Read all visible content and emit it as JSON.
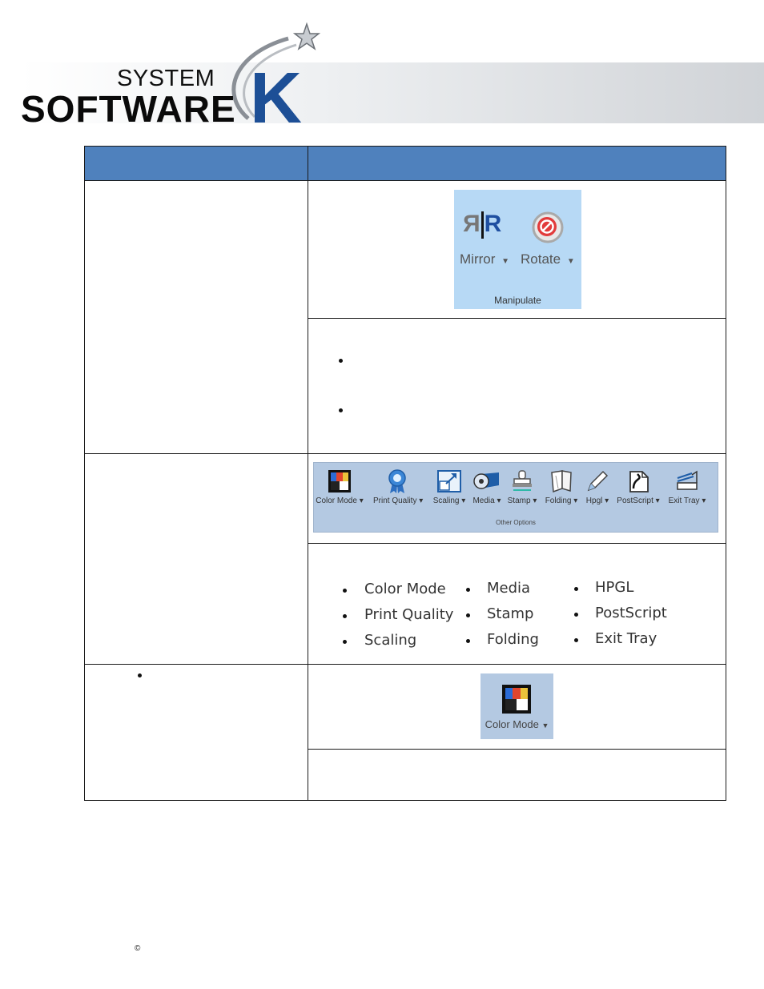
{
  "logo": {
    "system": "SYSTEM",
    "software": "SOFTWARE",
    "k": "K"
  },
  "manipulate_ribbon": {
    "mirror_label": "Mirror",
    "rotate_label": "Rotate",
    "caption": "Manipulate",
    "mirror_icon_text": "ЯR"
  },
  "other_options_ribbon": {
    "caption": "Other Options",
    "items": [
      {
        "label": "Color Mode",
        "icon": "color-mode-icon"
      },
      {
        "label": "Print Quality",
        "icon": "ribbon-award-icon"
      },
      {
        "label": "Scaling",
        "icon": "scaling-icon"
      },
      {
        "label": "Media",
        "icon": "media-roll-icon"
      },
      {
        "label": "Stamp",
        "icon": "stamp-icon"
      },
      {
        "label": "Folding",
        "icon": "folding-icon"
      },
      {
        "label": "Hpgl",
        "icon": "pencil-icon"
      },
      {
        "label": "PostScript",
        "icon": "postscript-icon"
      },
      {
        "label": "Exit Tray",
        "icon": "exit-tray-icon"
      }
    ]
  },
  "options_list": {
    "col1": [
      "Color Mode",
      "Print Quality",
      "Scaling"
    ],
    "col2": [
      "Media",
      "Stamp",
      "Folding"
    ],
    "col3": [
      "HPGL",
      "PostScript",
      "Exit Tray"
    ]
  },
  "color_mode_button": {
    "label": "Color Mode"
  },
  "footer": {
    "copyright": "©"
  },
  "colors": {
    "header_blue": "#4f81bd",
    "ribbon_blue": "#b4c9e2",
    "manipulate_blue": "#b7d9f5",
    "logo_k": "#1d4f96"
  }
}
